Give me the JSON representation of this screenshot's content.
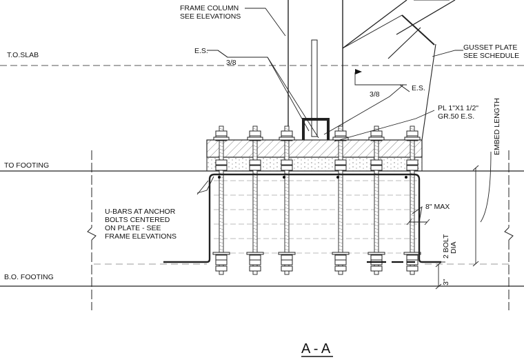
{
  "labels": {
    "frame_column_1": "FRAME COLUMN",
    "frame_column_2": "SEE ELEVATIONS",
    "gusset_1": "GUSSET PLATE",
    "gusset_2": "SEE SCHEDULE",
    "tos": "T.O.SLAB",
    "to_footing": "TO FOOTING",
    "bo_footing": "B.O. FOOTING",
    "weld_es_left": "E.S.",
    "weld_size_left": "3/8",
    "weld_es_right": "E.S.",
    "weld_size_right": "3/8",
    "plate_1": "PL 1\"X1 1/2\"",
    "plate_2": "GR.50 E.S.",
    "embed": "EMBED LENGTH",
    "ubars_1": "U-BARS AT ANCHOR",
    "ubars_2": "BOLTS CENTERED",
    "ubars_3": "ON PLATE - SEE",
    "ubars_4": "FRAME ELEVATIONS",
    "max_spacing": "8\" MAX",
    "bolt_dia_1": "2 BOLT",
    "bolt_dia_2": "DIA",
    "clearance": "3\"",
    "section_title": "A - A"
  },
  "colors": {
    "line": "#222222",
    "background": "#ffffff"
  }
}
